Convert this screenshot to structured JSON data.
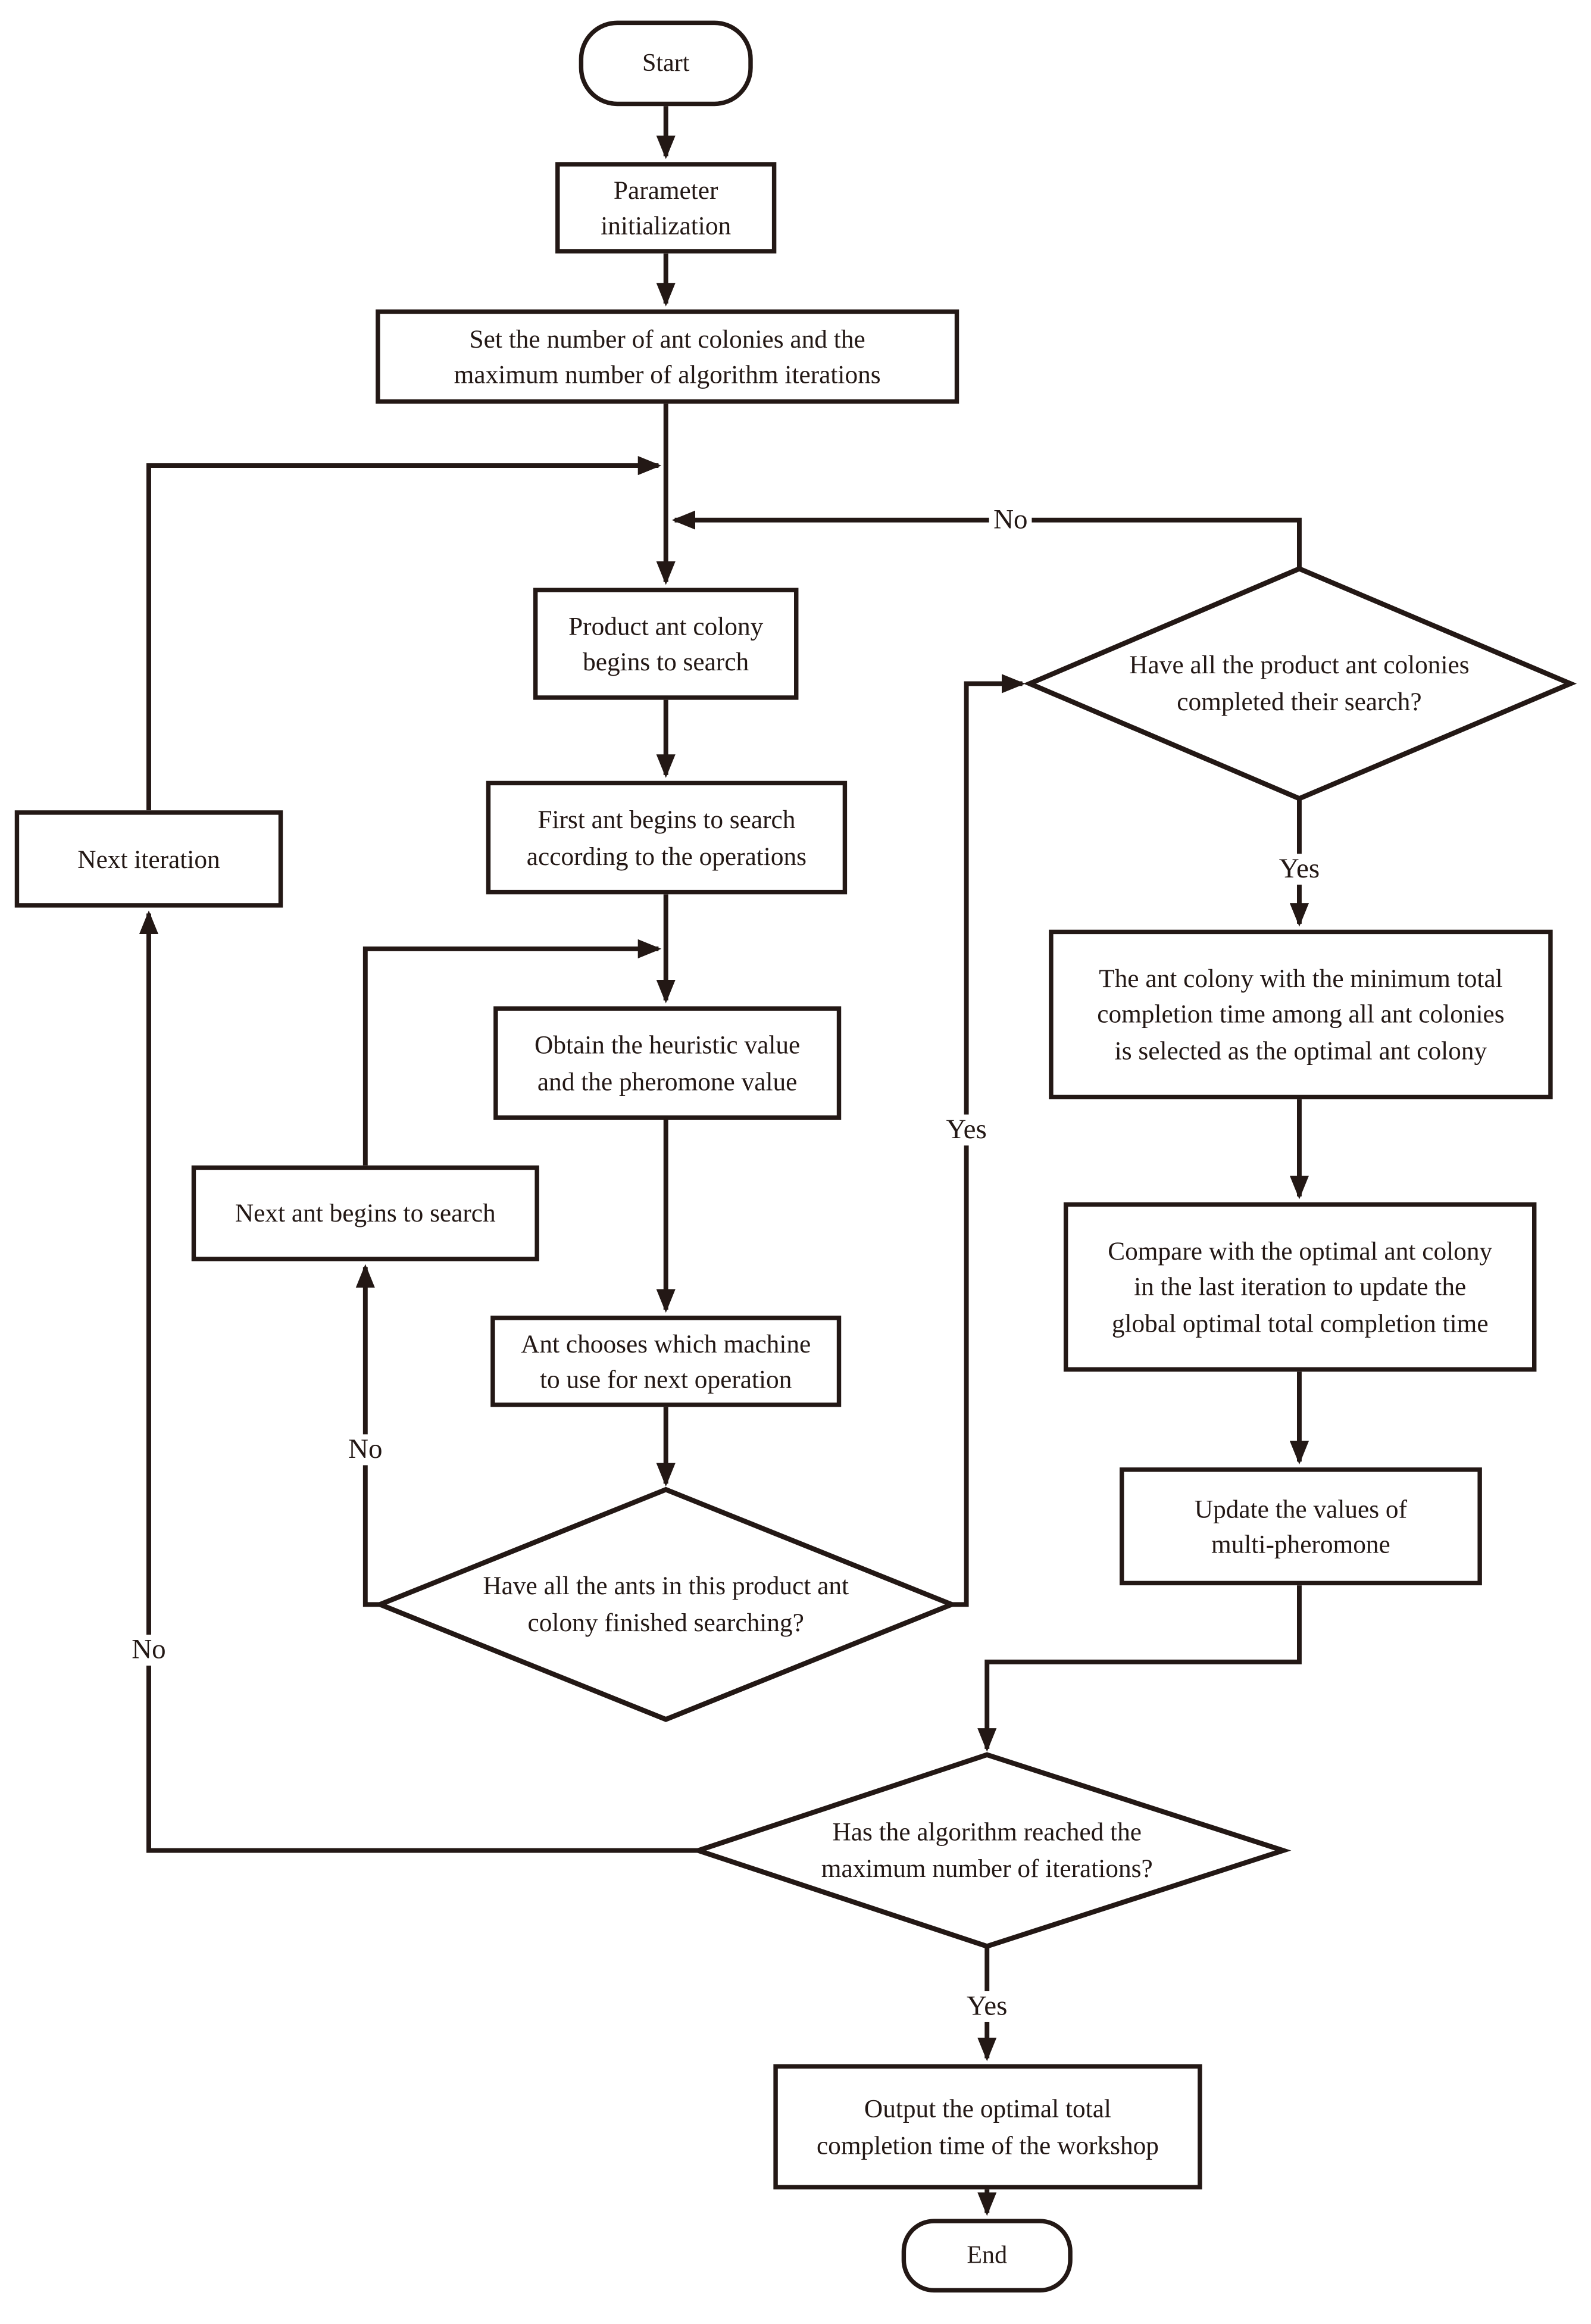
{
  "flowchart": {
    "nodes": {
      "start": "Start",
      "param_init": "Parameter\ninitialization",
      "set_colonies": "Set the number of ant colonies and the\nmaximum number of algorithm iterations",
      "product_search": "Product ant colony\nbegins to search",
      "first_ant": "First ant begins to search\naccording to the operations",
      "obtain_values": "Obtain the heuristic value\nand the pheromone value",
      "next_ant": "Next ant begins to search",
      "ant_chooses": "Ant chooses which machine\nto use for next operation",
      "ants_finished_q": "Have all the ants in this product ant\ncolony finished searching?",
      "colonies_done_q": "Have all the product ant colonies\ncompleted their search?",
      "select_optimal": "The ant colony with the minimum total\ncompletion time among all ant colonies\nis selected as the optimal ant colony",
      "compare_global": "Compare with the optimal ant colony\nin the last iteration to update the\nglobal optimal total completion time",
      "update_pheromone": "Update the values of\nmulti-pheromone",
      "next_iteration": "Next iteration",
      "max_iter_q": "Has the algorithm reached the\nmaximum number of iterations?",
      "output_result": "Output the optimal total\ncompletion time of the workshop",
      "end": "End"
    },
    "edge_labels": {
      "colonies_no": "No",
      "colonies_yes": "Yes",
      "ants_no": "No",
      "ants_yes": "Yes",
      "max_no": "No",
      "max_yes": "Yes"
    },
    "colors": {
      "ink": "#231815",
      "background": "#ffffff"
    }
  }
}
